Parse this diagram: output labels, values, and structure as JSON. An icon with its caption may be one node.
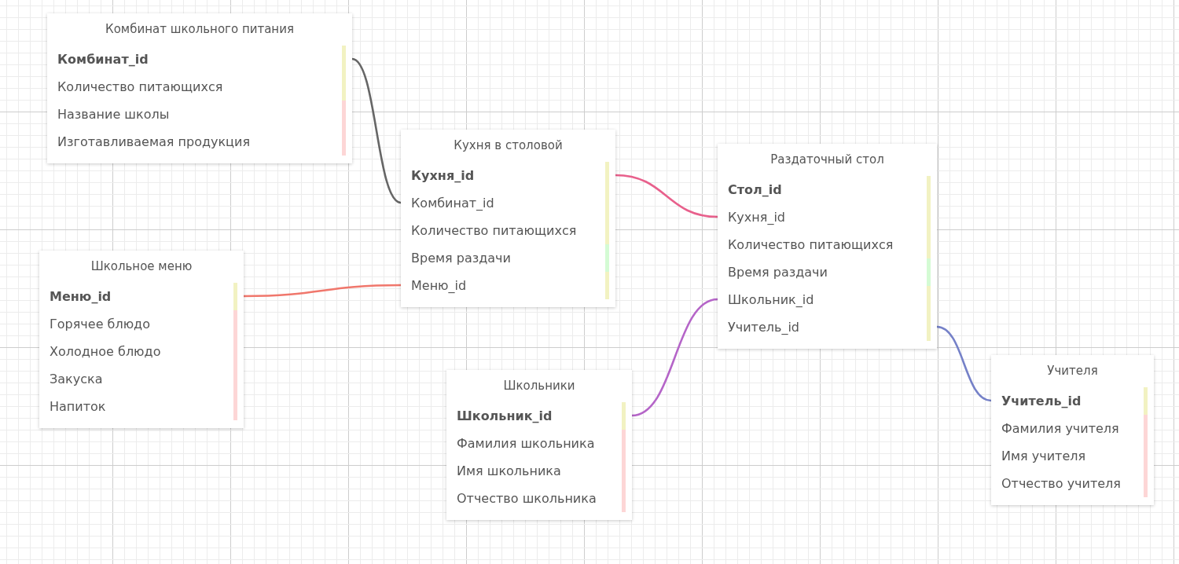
{
  "diagram": {
    "nodes": [
      {
        "text": [
          "Комбинат школьного питания"
        ]
      },
      {
        "text": [
          "Комбинат_id"
        ],
        "in": 0
      },
      {
        "text": [
          "Количество питающихся"
        ],
        "in": 0
      },
      {
        "text": [
          "Название школы"
        ],
        "in": 0
      },
      {
        "text": [
          "Изготавливаемая продукция"
        ],
        "in": 0
      },
      {
        "text": [
          "Кухня в столовой"
        ]
      },
      {
        "text": [
          "Кухня_id"
        ],
        "in": 5
      },
      {
        "text": [
          "Комбинат_id"
        ],
        "in": 5
      },
      {
        "text": [
          "Количество питающихся"
        ],
        "in": 5
      },
      {
        "text": [
          "Время раздачи"
        ],
        "in": 5
      },
      {
        "text": [
          "Меню_id"
        ],
        "in": 5
      },
      {
        "text": [
          "Раздаточный стол"
        ]
      },
      {
        "text": [
          "Стол_id"
        ],
        "in": 11
      },
      {
        "text": [
          "Кухня_id"
        ],
        "in": 11
      },
      {
        "text": [
          "Количество питающихся"
        ],
        "in": 11
      },
      {
        "text": [
          "Время раздачи"
        ],
        "in": 11
      },
      {
        "text": [
          "Школьник_id"
        ],
        "in": 11
      },
      {
        "text": [
          "Учитель_id"
        ],
        "in": 11
      },
      {
        "text": [
          "Школьное меню"
        ]
      },
      {
        "text": [
          "Меню_id"
        ],
        "in": 18
      },
      {
        "text": [
          "Горячее блюдо"
        ],
        "in": 18
      },
      {
        "text": [
          "Холодное блюдо"
        ],
        "in": 18
      },
      {
        "text": [
          "Закуска"
        ],
        "in": 18
      },
      {
        "text": [
          "Напиток"
        ],
        "in": 18
      },
      {
        "text": [
          "Школьники"
        ]
      },
      {
        "text": [
          "Школьник_id"
        ],
        "in": 24
      },
      {
        "text": [
          "Фамилия школьника"
        ],
        "in": 24
      },
      {
        "text": [
          "Имя школьника"
        ],
        "in": 24
      },
      {
        "text": [
          "Отчество школьника"
        ],
        "in": 24
      },
      {
        "text": [
          "Учителя"
        ]
      },
      {
        "text": [
          "Учитель_id"
        ],
        "in": 29
      },
      {
        "text": [
          "Фамилия учителя"
        ],
        "in": 29
      },
      {
        "text": [
          "Имя учителя"
        ],
        "in": 29
      },
      {
        "text": [
          "Отчество учителя"
        ],
        "in": 29
      }
    ],
    "edges": [
      {
        "from": 1,
        "to": 7,
        "arrow": "none",
        "color": "#666666"
      },
      {
        "from": 6,
        "to": 13,
        "arrow": "none",
        "color": "#e8608c"
      },
      {
        "from": 19,
        "to": 10,
        "arrow": "none",
        "color": "#f0776c"
      },
      {
        "from": 25,
        "to": 16,
        "arrow": "none",
        "color": "#b565c8"
      },
      {
        "from": 17,
        "to": 30,
        "arrow": "none",
        "color": "#7581c8"
      }
    ]
  }
}
